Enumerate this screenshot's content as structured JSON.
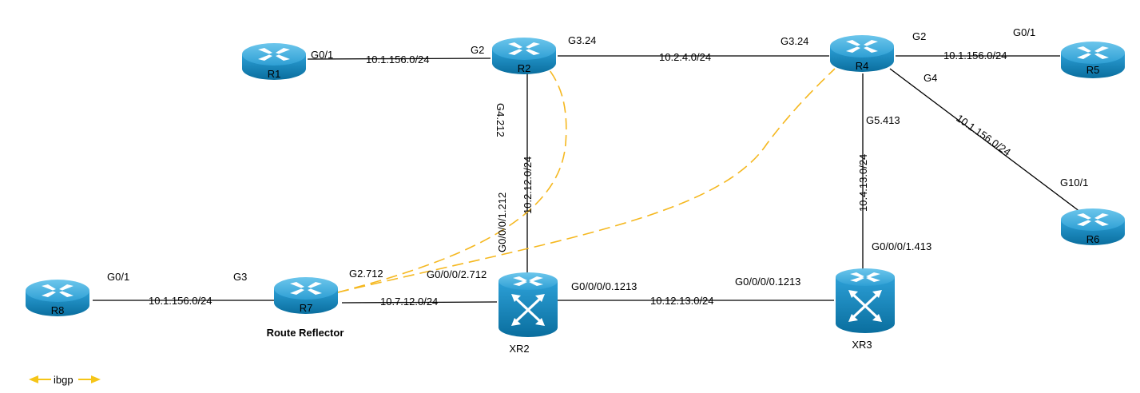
{
  "colors": {
    "device_body": "#1B8FC7",
    "device_top": "#3FB0E0",
    "device_dark": "#0A6E9E",
    "ibgp_line": "#F5B820",
    "link_line": "#000000"
  },
  "devices": {
    "R1": {
      "label": "R1",
      "type": "router"
    },
    "R2": {
      "label": "R2",
      "type": "router"
    },
    "R4": {
      "label": "R4",
      "type": "router"
    },
    "R5": {
      "label": "R5",
      "type": "router"
    },
    "R6": {
      "label": "R6",
      "type": "router"
    },
    "R7": {
      "label": "R7",
      "type": "router",
      "role": "Route Reflector"
    },
    "R8": {
      "label": "R8",
      "type": "router"
    },
    "XR2": {
      "label": "XR2",
      "type": "switch-router"
    },
    "XR3": {
      "label": "XR3",
      "type": "switch-router"
    }
  },
  "links": {
    "r1_r2": {
      "subnet": "10.1.156.0/24",
      "if_a": "G0/1",
      "if_b": "G2"
    },
    "r2_r4": {
      "subnet": "10.2.4.0/24",
      "if_a": "G3.24",
      "if_b": "G3.24"
    },
    "r4_r5": {
      "subnet": "10.1.156.0/24",
      "if_a": "G2",
      "if_b": "G0/1"
    },
    "r4_r6": {
      "subnet": "10.1.156.0/24",
      "if_a": "G4",
      "if_b": "G10/1"
    },
    "r2_xr2": {
      "subnet": "10.2.12.0/24",
      "if_a": "G4.212",
      "if_b": "G0/0/0/1.212"
    },
    "r4_xr3": {
      "subnet": "10.4.13.0/24",
      "if_a": "G5.413",
      "if_b": "G0/0/0/1.413"
    },
    "r8_r7": {
      "subnet": "10.1.156.0/24",
      "if_a": "G0/1",
      "if_b": "G3"
    },
    "r7_xr2": {
      "subnet": "10.7.12.0/24",
      "if_a": "G2.712",
      "if_b": "G0/0/0/2.712"
    },
    "xr2_xr3": {
      "subnet": "10.12.13.0/24",
      "if_a": "G0/0/0/0.1213",
      "if_b": "G0/0/0/0.1213"
    }
  },
  "legend": {
    "label": "ibgp"
  }
}
